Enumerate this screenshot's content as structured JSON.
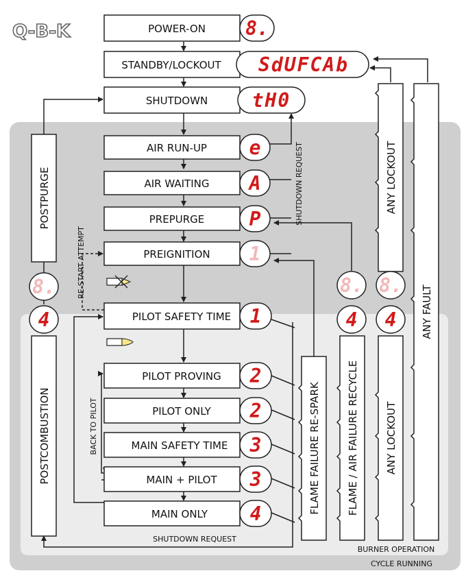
{
  "logo": "Q-B-K",
  "states": [
    {
      "id": "power-on",
      "label": "POWER-ON",
      "code": "8.",
      "dim": false
    },
    {
      "id": "standby",
      "label": "STANDBY/LOCKOUT",
      "code": "SdUFCAb",
      "dim": false
    },
    {
      "id": "shutdown",
      "label": "SHUTDOWN",
      "code": "tH0",
      "dim": false
    },
    {
      "id": "air-run-up",
      "label": "AIR RUN-UP",
      "code": "e",
      "dim": false
    },
    {
      "id": "air-waiting",
      "label": "AIR WAITING",
      "code": "A",
      "dim": false
    },
    {
      "id": "prepurge",
      "label": "PREPURGE",
      "code": "P",
      "dim": false
    },
    {
      "id": "preignition",
      "label": "PREIGNITION",
      "code": "1",
      "dim": true
    },
    {
      "id": "pilot-safety-time",
      "label": "PILOT SAFETY TIME",
      "code": "1",
      "dim": false
    },
    {
      "id": "pilot-proving",
      "label": "PILOT PROVING",
      "code": "2",
      "dim": false
    },
    {
      "id": "pilot-only",
      "label": "PILOT ONLY",
      "code": "2",
      "dim": false
    },
    {
      "id": "main-safety-time",
      "label": "MAIN SAFETY TIME",
      "code": "3",
      "dim": false
    },
    {
      "id": "main-pilot",
      "label": "MAIN + PILOT",
      "code": "3",
      "dim": false
    },
    {
      "id": "main-only",
      "label": "MAIN ONLY",
      "code": "4",
      "dim": false
    }
  ],
  "side_columns": {
    "postpurge": {
      "label": "POSTPURGE",
      "code": "8.",
      "dim": true
    },
    "postcombustion": {
      "label": "POSTCOMBUSTION",
      "code": "4"
    },
    "flame_failure_respark": {
      "label": "FLAME FAILURE RE-SPARK"
    },
    "flame_air_failure_recycle": {
      "label": "FLAME / AIR FAILURE RECYCLE",
      "code_top": "8.",
      "code_bottom": "4"
    },
    "any_lockout_upper": {
      "label": "ANY  LOCKOUT",
      "code_top": "8.",
      "code_bottom": "4"
    },
    "any_lockout_lower": {
      "label": "ANY  LOCKOUT"
    },
    "any_fault": {
      "label": "ANY  FAULT"
    }
  },
  "arrow_labels": {
    "shutdown_request_vertical": "SHUTDOWN REQUEST",
    "restart_attempt": "RE-START ATTEMPT",
    "back_to_pilot": "BACK TO PILOT",
    "shutdown_request_bottom": "SHUTDOWN REQUEST"
  },
  "region_labels": {
    "burner_operation": "BURNER OPERATION",
    "cycle_running": "CYCLE RUNNING"
  },
  "colors": {
    "display_red": "#d11a1a",
    "display_dim": "#f2b8b8",
    "outer_region": "#cfcfcf",
    "inner_region": "#ececec",
    "flame_yellow": "#f6e88a"
  }
}
